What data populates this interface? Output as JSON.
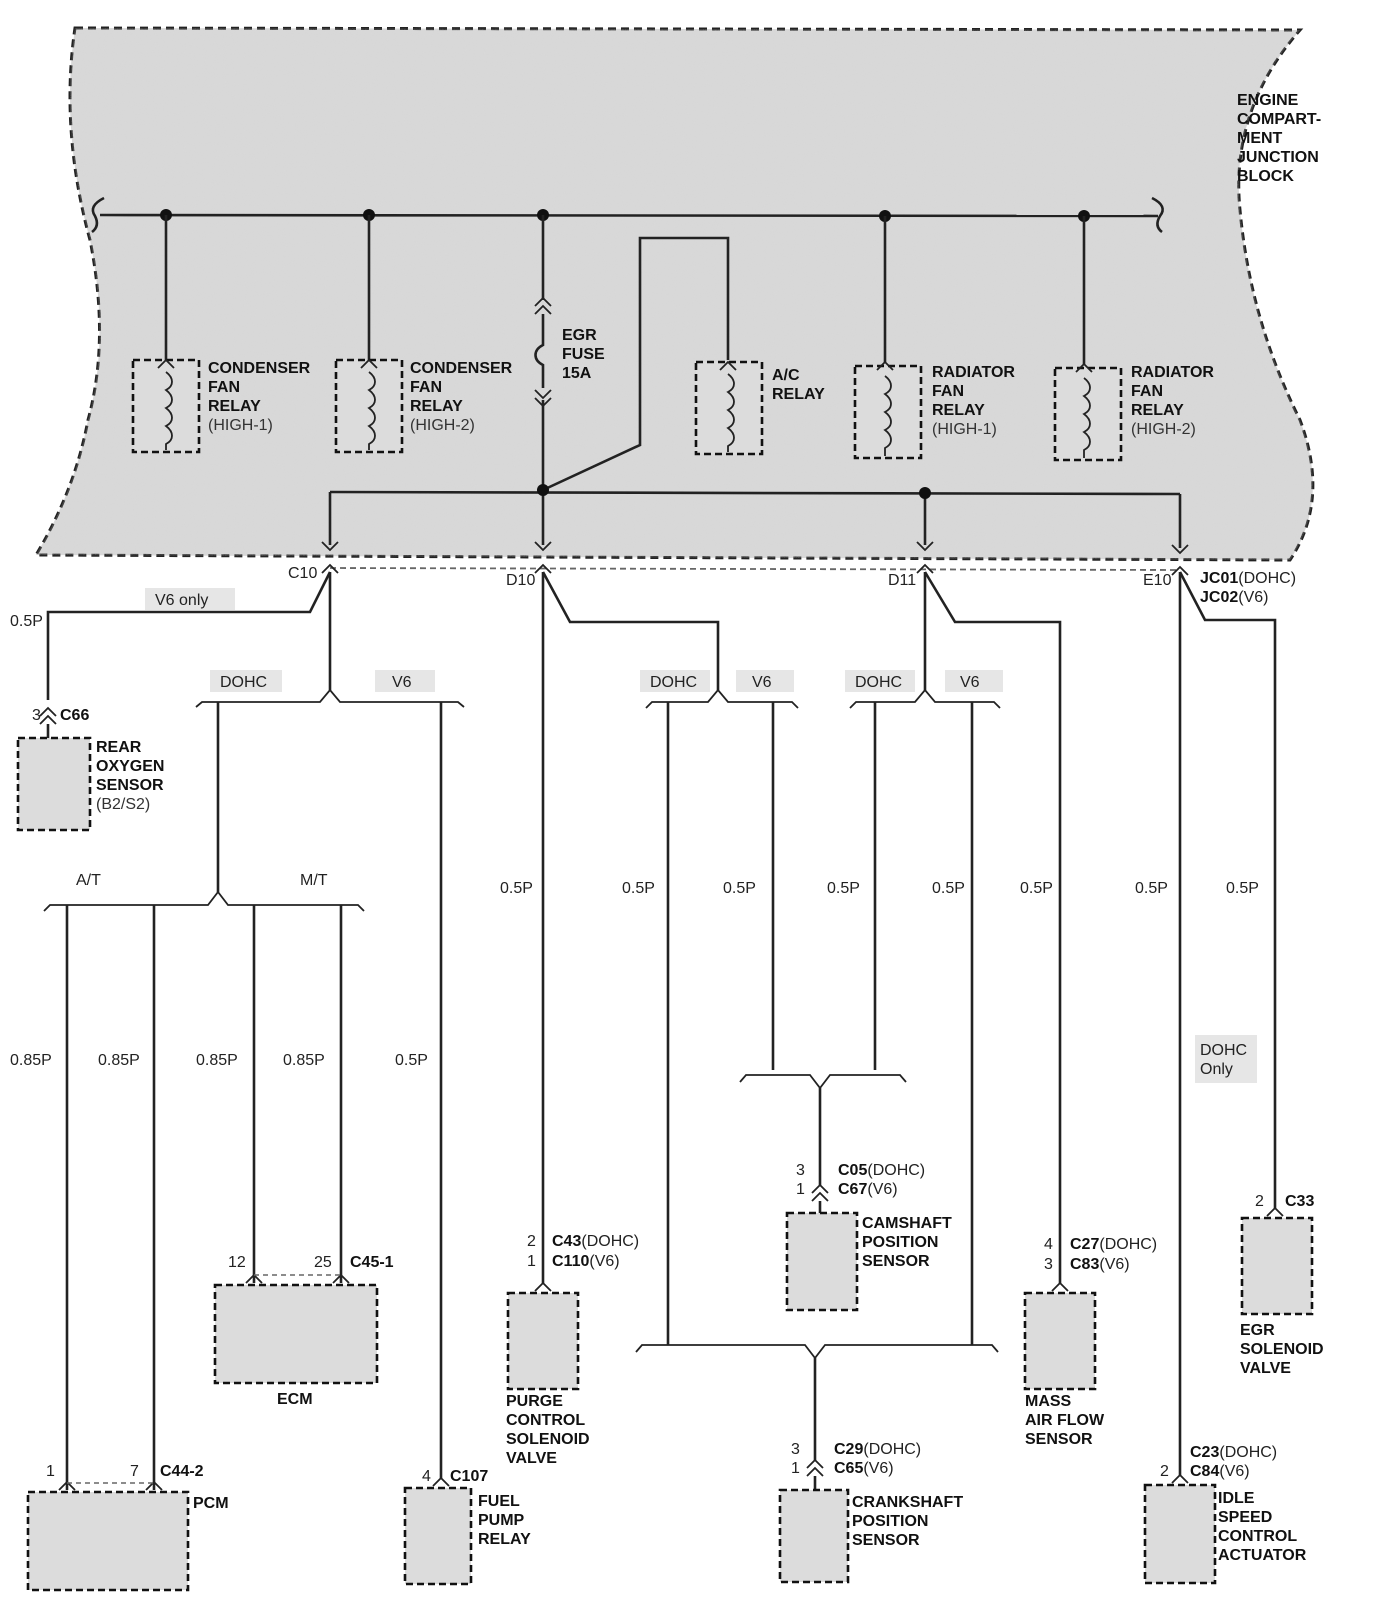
{
  "junction_block": {
    "label": [
      "ENGINE",
      "COMPART-",
      "MENT",
      "JUNCTION",
      "BLOCK"
    ]
  },
  "fuse": {
    "label": [
      "EGR",
      "FUSE",
      "15A"
    ]
  },
  "relays": {
    "cond1": [
      "CONDENSER",
      "FAN",
      "RELAY",
      "(HIGH-1)"
    ],
    "cond2": [
      "CONDENSER",
      "FAN",
      "RELAY",
      "(HIGH-2)"
    ],
    "ac": [
      "A/C",
      "RELAY"
    ],
    "rad1": [
      "RADIATOR",
      "FAN",
      "RELAY",
      "(HIGH-1)"
    ],
    "rad2": [
      "RADIATOR",
      "FAN",
      "RELAY",
      "(HIGH-2)"
    ]
  },
  "terminals": {
    "c10": "C10",
    "d10": "D10",
    "d11": "D11",
    "e10": "E10"
  },
  "jc": {
    "a": "JC01",
    "a_var": "(DOHC)",
    "b": "JC02",
    "b_var": "(V6)"
  },
  "variants": {
    "v6_only": "V6 only",
    "dohc": "DOHC",
    "v6": "V6",
    "at": "A/T",
    "mt": "M/T",
    "dohc_only_1": "DOHC",
    "dohc_only_2": "Only"
  },
  "wire_sizes": {
    "w05": "0.5P",
    "w085": "0.85P"
  },
  "connectors": {
    "c66": {
      "pin": "3",
      "name": "C66"
    },
    "c45": {
      "pin_a": "12",
      "pin_b": "25",
      "name": "C45-1"
    },
    "c44": {
      "pin_a": "1",
      "pin_b": "7",
      "name": "C44-2"
    },
    "c107": {
      "pin": "4",
      "name": "C107"
    },
    "c43": {
      "pin_a": "2",
      "name_a": "C43",
      "var_a": "(DOHC)",
      "pin_b": "1",
      "name_b": "C110",
      "var_b": "(V6)"
    },
    "c05": {
      "pin_a": "3",
      "name_a": "C05",
      "var_a": "(DOHC)",
      "pin_b": "1",
      "name_b": "C67",
      "var_b": "(V6)"
    },
    "c29": {
      "pin_a": "3",
      "name_a": "C29",
      "var_a": "(DOHC)",
      "pin_b": "1",
      "name_b": "C65",
      "var_b": "(V6)"
    },
    "c27": {
      "pin_a": "4",
      "name_a": "C27",
      "var_a": "(DOHC)",
      "pin_b": "3",
      "name_b": "C83",
      "var_b": "(V6)"
    },
    "c33": {
      "pin": "2",
      "name": "C33"
    },
    "c23": {
      "pin": "2",
      "name_a": "C23",
      "var_a": "(DOHC)",
      "name_b": "C84",
      "var_b": "(V6)"
    }
  },
  "components": {
    "rear_o2": [
      "REAR",
      "OXYGEN",
      "SENSOR",
      "(B2/S2)"
    ],
    "ecm": [
      "ECM"
    ],
    "pcm": [
      "PCM"
    ],
    "fuel_pump": [
      "FUEL",
      "PUMP",
      "RELAY"
    ],
    "purge": [
      "PURGE",
      "CONTROL",
      "SOLENOID",
      "VALVE"
    ],
    "cmp": [
      "CAMSHAFT",
      "POSITION",
      "SENSOR"
    ],
    "ckp": [
      "CRANKSHAFT",
      "POSITION",
      "SENSOR"
    ],
    "maf": [
      "MASS",
      "AIR FLOW",
      "SENSOR"
    ],
    "egr_valve": [
      "EGR",
      "SOLENOID",
      "VALVE"
    ],
    "isc": [
      "IDLE",
      "SPEED",
      "CONTROL",
      "ACTUATOR"
    ]
  }
}
